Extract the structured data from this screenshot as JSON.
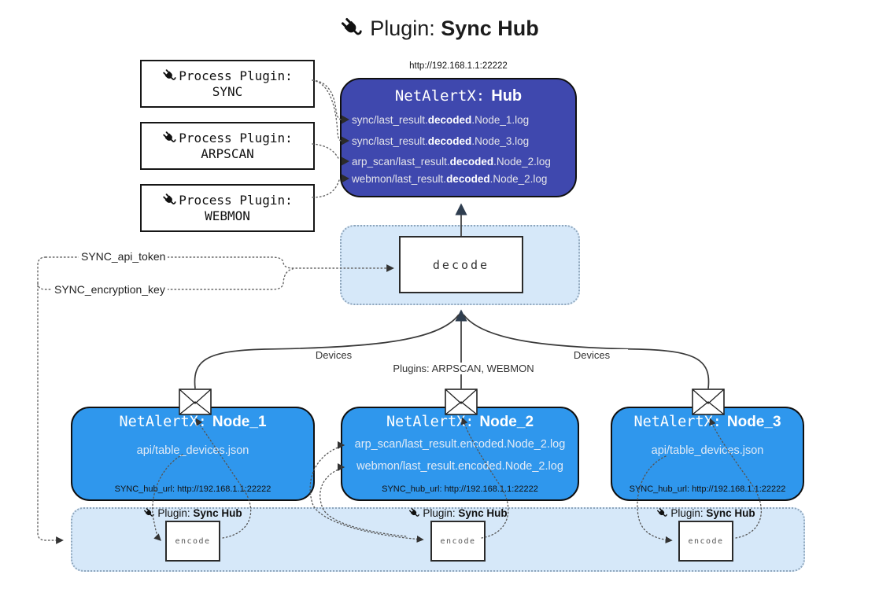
{
  "title": {
    "prefix": "Plugin:",
    "name": "Sync Hub"
  },
  "hub": {
    "url": "http://192.168.1.1:22222",
    "title_prefix": "NetAlertX:",
    "title_name": "Hub",
    "fill": "#3F48AE",
    "items": [
      {
        "pre": "sync/last_result.",
        "bold": "decoded",
        "post": ".Node_1.log"
      },
      {
        "pre": "sync/last_result.",
        "bold": "decoded",
        "post": ".Node_3.log"
      },
      {
        "pre": "arp_scan/last_result.",
        "bold": "decoded",
        "post": ".Node_2.log"
      },
      {
        "pre": "webmon/last_result.",
        "bold": "decoded",
        "post": ".Node_2.log"
      }
    ]
  },
  "process_plugins": [
    {
      "label": "Process Plugin:",
      "name": "SYNC"
    },
    {
      "label": "Process Plugin:",
      "name": "ARPSCAN"
    },
    {
      "label": "Process Plugin:",
      "name": "WEBMON"
    }
  ],
  "decode": {
    "label": "decode"
  },
  "secrets": {
    "api_token": "SYNC_api_token",
    "encryption_key": "SYNC_encryption_key"
  },
  "edge_labels": {
    "left": "Devices",
    "middle": "Plugins: ARPSCAN, WEBMON",
    "right": "Devices"
  },
  "nodes": [
    {
      "title_prefix": "NetAlertX:",
      "title_name": "Node_1",
      "fill": "#2F97ED",
      "items": [
        "api/table_devices.json"
      ],
      "hub_url": "SYNC_hub_url: http://192.168.1.1:22222"
    },
    {
      "title_prefix": "NetAlertX:",
      "title_name": "Node_2",
      "fill": "#2F97ED",
      "items": [
        "arp_scan/last_result.encoded.Node_2.log",
        "webmon/last_result.encoded.Node_2.log"
      ],
      "hub_url": "SYNC_hub_url: http://192.168.1.1:22222"
    },
    {
      "title_prefix": "NetAlertX:",
      "title_name": "Node_3",
      "fill": "#2F97ED",
      "items": [
        "api/table_devices.json"
      ],
      "hub_url": "SYNC_hub_url: http://192.168.1.1:22222"
    }
  ],
  "encoders": [
    {
      "plugin_label": "Plugin:",
      "plugin_name": "Sync Hub",
      "box_label": "encode"
    },
    {
      "plugin_label": "Plugin:",
      "plugin_name": "Sync Hub",
      "box_label": "encode"
    },
    {
      "plugin_label": "Plugin:",
      "plugin_name": "Sync Hub",
      "box_label": "encode"
    }
  ],
  "colors": {
    "hub_fill": "#3F48AE",
    "node_fill": "#2F97ED",
    "band_fill": "#D6E8F9",
    "band_border": "#8FA6BC",
    "line": "#3A3A3A",
    "dotted_line": "#666666",
    "arrow": "#2F3E50"
  }
}
